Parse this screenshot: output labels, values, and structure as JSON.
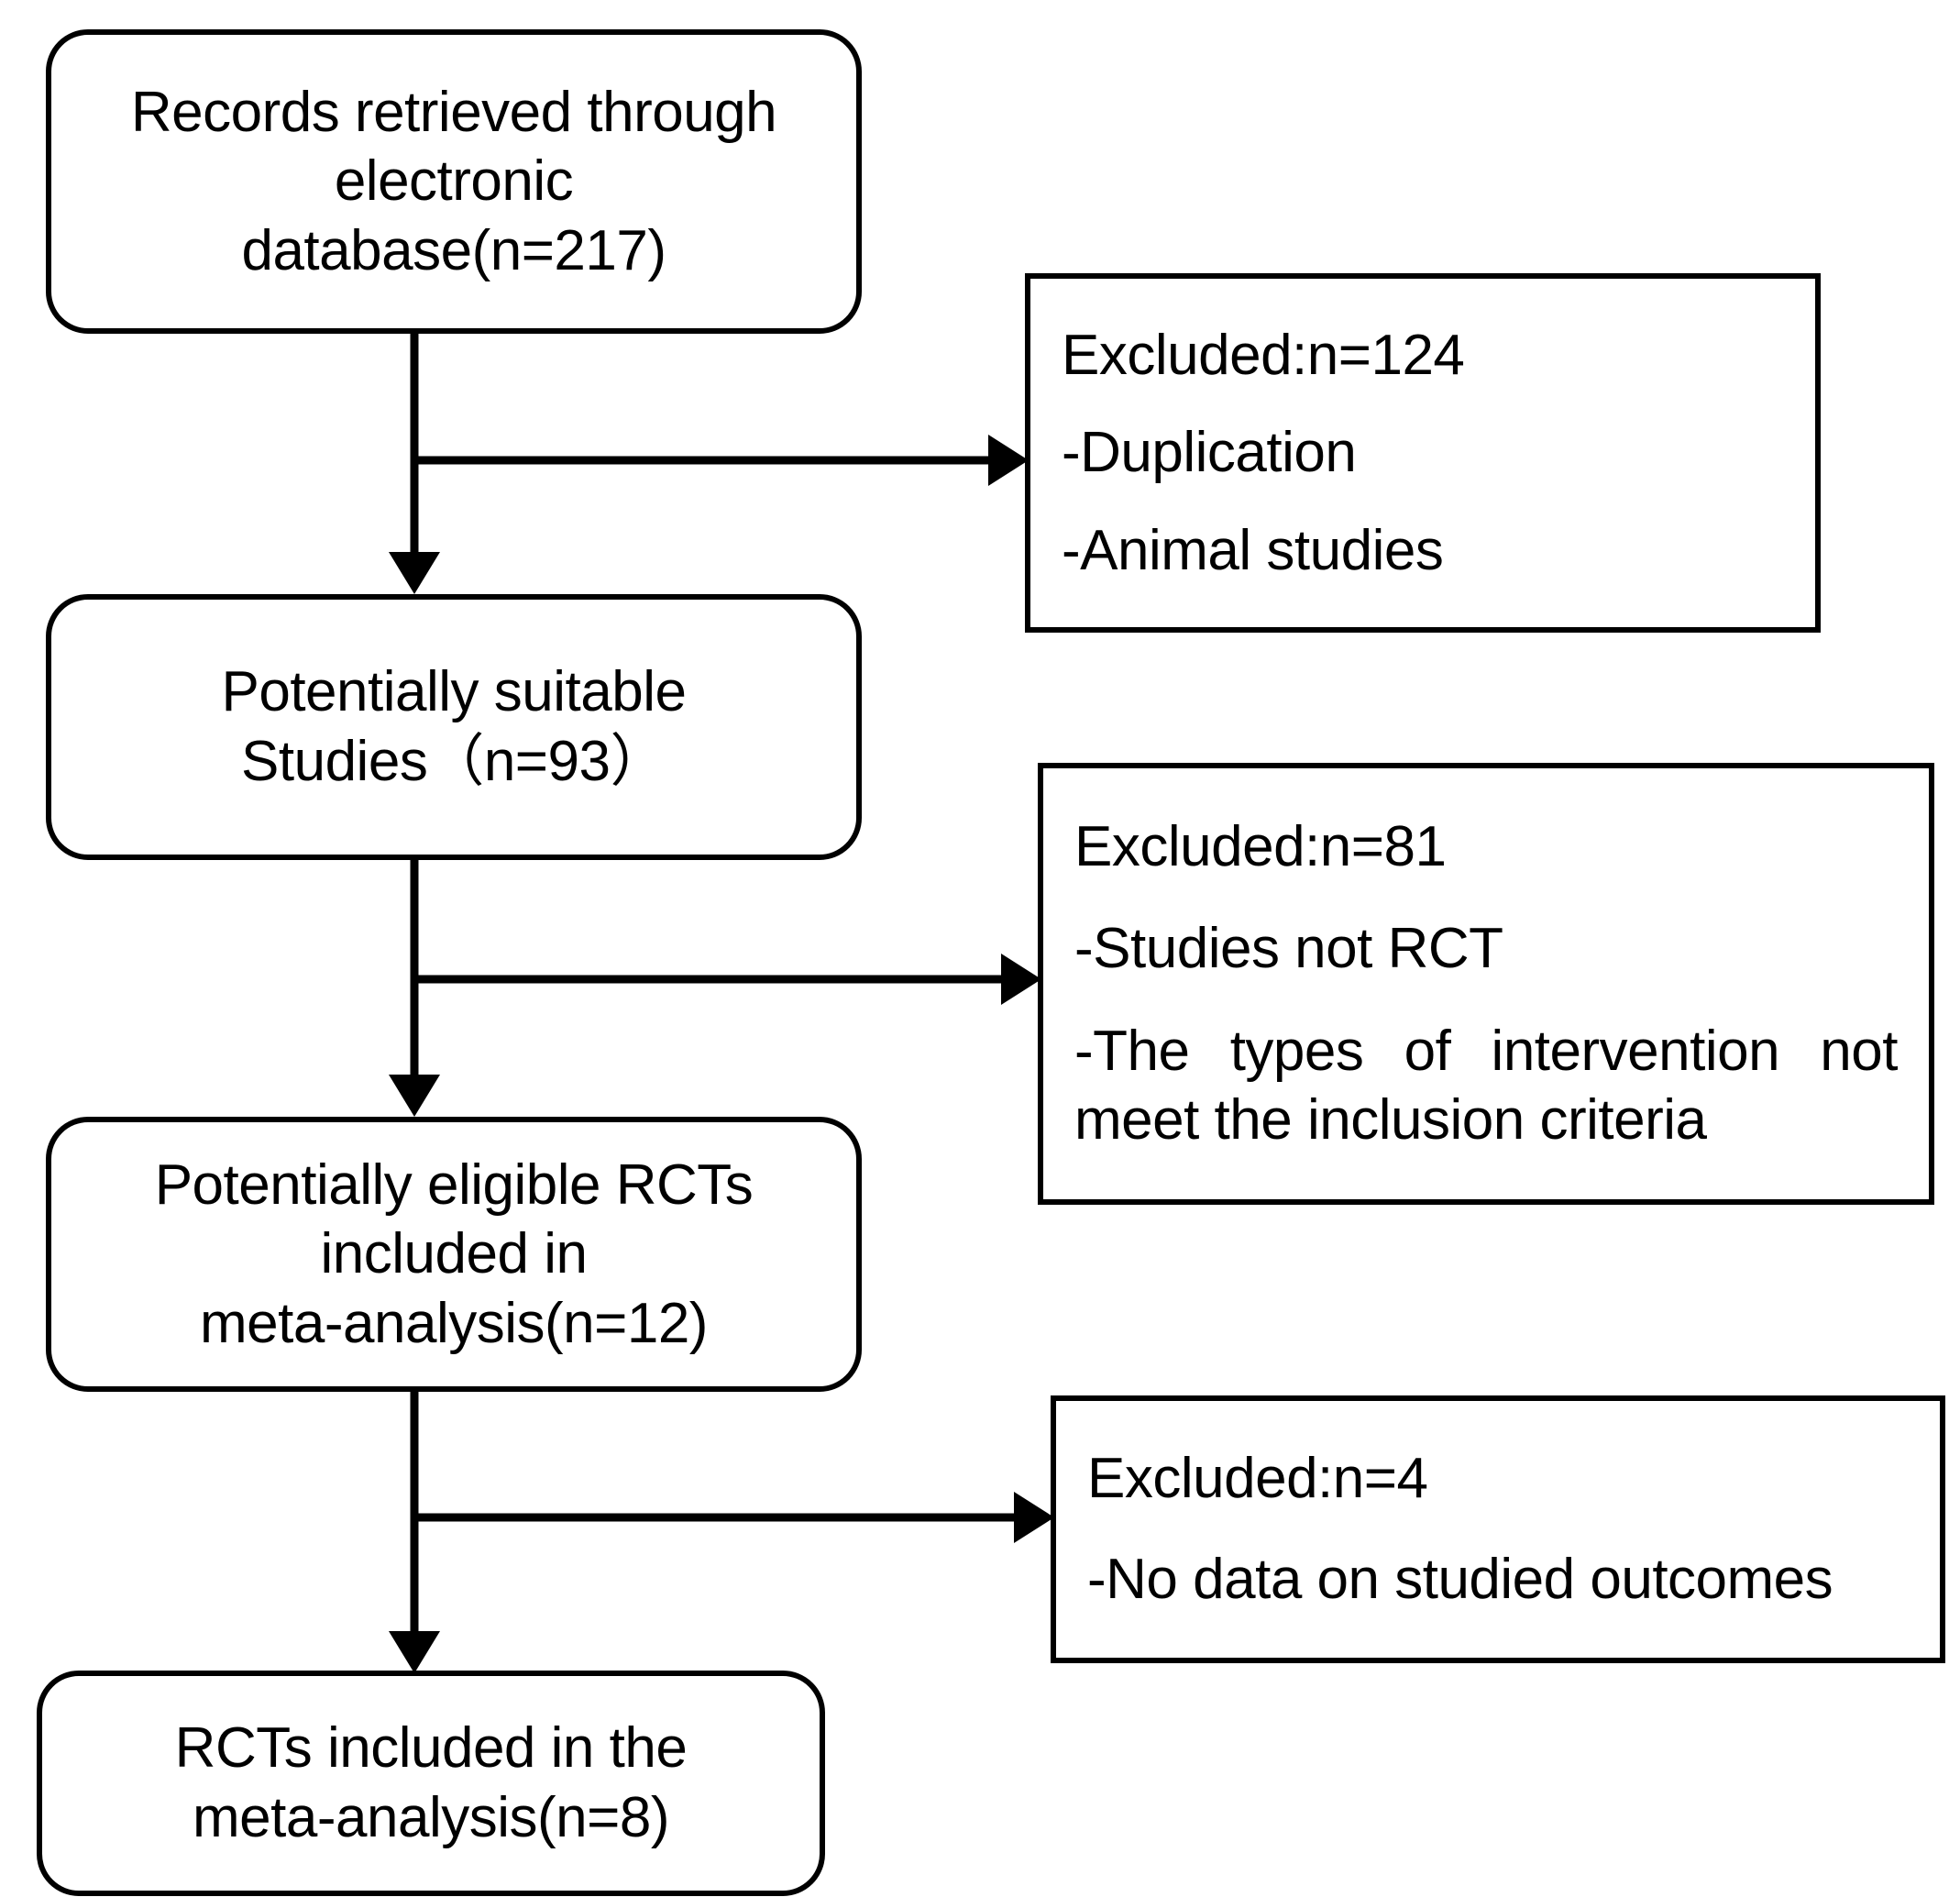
{
  "diagram": {
    "title": "PRISMA study selection flow diagram",
    "colors": {
      "stroke": "#000000",
      "fill": "#ffffff",
      "text": "#000000"
    },
    "flow_nodes": [
      {
        "id": "records-retrieved",
        "lines": [
          "Records retrieved through",
          "electronic",
          "database(n=217)"
        ],
        "count": 217
      },
      {
        "id": "potentially-suitable-studies",
        "lines": [
          "Potentially suitable",
          "Studies（n=93）"
        ],
        "count": 93
      },
      {
        "id": "potentially-eligible-rcts",
        "lines": [
          "Potentially eligible RCTs",
          "included in",
          "meta-analysis(n=12)"
        ],
        "count": 12
      },
      {
        "id": "rcts-included",
        "lines": [
          "RCTs included in the",
          "meta-analysis(n=8)"
        ],
        "count": 8
      }
    ],
    "excluded_nodes": [
      {
        "id": "excluded-1",
        "heading": "Excluded:n=124",
        "count": 124,
        "reasons": [
          "-Duplication",
          "-Animal studies"
        ]
      },
      {
        "id": "excluded-2",
        "heading": "Excluded:n=81",
        "count": 81,
        "reasons": [
          "-Studies not RCT",
          "-The types of intervention not meet the inclusion criteria"
        ]
      },
      {
        "id": "excluded-3",
        "heading": "Excluded:n=4",
        "count": 4,
        "reasons": [
          "-No data on studied outcomes"
        ]
      }
    ],
    "chart_data": {
      "type": "diagram",
      "title": "PRISMA flow of study selection",
      "stages": [
        {
          "label": "Records retrieved through electronic database",
          "n": 217
        },
        {
          "label": "Potentially suitable Studies",
          "n": 93
        },
        {
          "label": "Potentially eligible RCTs included in meta-analysis",
          "n": 12
        },
        {
          "label": "RCTs included in the meta-analysis",
          "n": 8
        }
      ],
      "exclusions": [
        {
          "after_stage": 0,
          "n": 124,
          "reasons": [
            "Duplication",
            "Animal studies"
          ]
        },
        {
          "after_stage": 1,
          "n": 81,
          "reasons": [
            "Studies not RCT",
            "The types of intervention not meet the inclusion criteria"
          ]
        },
        {
          "after_stage": 2,
          "n": 4,
          "reasons": [
            "No data on studied outcomes"
          ]
        }
      ]
    }
  }
}
